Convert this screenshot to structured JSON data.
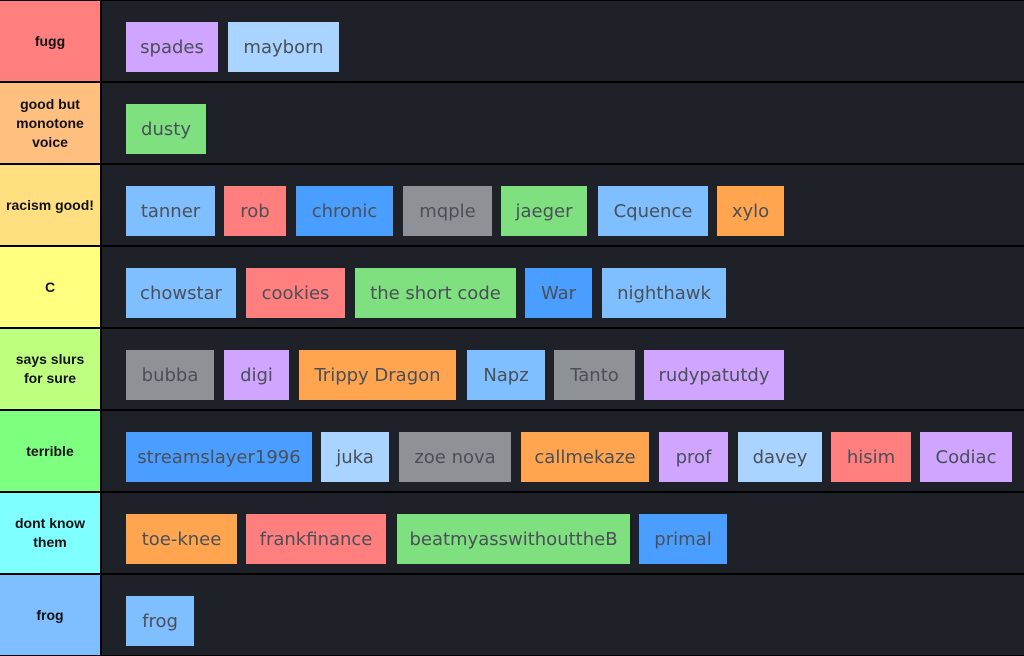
{
  "tiers": [
    {
      "label": "fugg",
      "color": "#ff7f7f",
      "items": [
        {
          "name": "spades",
          "color": "#cfa5ff"
        },
        {
          "name": "mayborn",
          "color": "#a8d4ff"
        }
      ]
    },
    {
      "label": "good but monotone voice",
      "color": "#ffbf7f",
      "items": [
        {
          "name": "dusty",
          "color": "#7fe07f"
        }
      ]
    },
    {
      "label": "racism good!",
      "color": "#ffdf7f",
      "items": [
        {
          "name": "tanner",
          "color": "#7fbfff"
        },
        {
          "name": "rob",
          "color": "#ff7f7f"
        },
        {
          "name": "chronic",
          "color": "#4a9eff"
        },
        {
          "name": "mqple",
          "color": "#8e9296"
        },
        {
          "name": "jaeger",
          "color": "#7fe07f"
        },
        {
          "name": "Cquence",
          "color": "#7fbfff"
        },
        {
          "name": "xylo",
          "color": "#ffa54f"
        }
      ]
    },
    {
      "label": "C",
      "color": "#ffff7f",
      "items": [
        {
          "name": "chowstar",
          "color": "#7fbfff"
        },
        {
          "name": "cookies",
          "color": "#ff7f7f"
        },
        {
          "name": "the short code",
          "color": "#7fe07f"
        },
        {
          "name": "War",
          "color": "#4a9eff"
        },
        {
          "name": "nighthawk",
          "color": "#7fbfff"
        }
      ]
    },
    {
      "label": "says slurs for sure",
      "color": "#bfff7f",
      "items": [
        {
          "name": "bubba",
          "color": "#8e9296"
        },
        {
          "name": "digi",
          "color": "#cfa5ff"
        },
        {
          "name": "Trippy Dragon",
          "color": "#ffa54f"
        },
        {
          "name": "Napz",
          "color": "#7fbfff"
        },
        {
          "name": "Tanto",
          "color": "#8e9296"
        },
        {
          "name": "rudypatutdy",
          "color": "#cfa5ff"
        }
      ]
    },
    {
      "label": "terrible",
      "color": "#7fff7f",
      "items": [
        {
          "name": "streamslayer1996",
          "color": "#4a9eff"
        },
        {
          "name": "juka",
          "color": "#a8d4ff"
        },
        {
          "name": "zoe nova",
          "color": "#8e9296"
        },
        {
          "name": "callmekaze",
          "color": "#ffa54f"
        },
        {
          "name": "prof",
          "color": "#cfa5ff"
        },
        {
          "name": "davey",
          "color": "#a8d4ff"
        },
        {
          "name": "hisim",
          "color": "#ff7f7f"
        },
        {
          "name": "Codiac",
          "color": "#cfa5ff"
        }
      ]
    },
    {
      "label": "dont know them",
      "color": "#7fffff",
      "items": [
        {
          "name": "toe-knee",
          "color": "#ffa54f"
        },
        {
          "name": "frankfinance",
          "color": "#ff7f7f"
        },
        {
          "name": "beatmyasswithouttheB",
          "color": "#7fe07f"
        },
        {
          "name": "primal",
          "color": "#4a9eff"
        }
      ]
    },
    {
      "label": "frog",
      "color": "#7fbfff",
      "items": [
        {
          "name": "frog",
          "color": "#7fbfff"
        }
      ]
    }
  ]
}
